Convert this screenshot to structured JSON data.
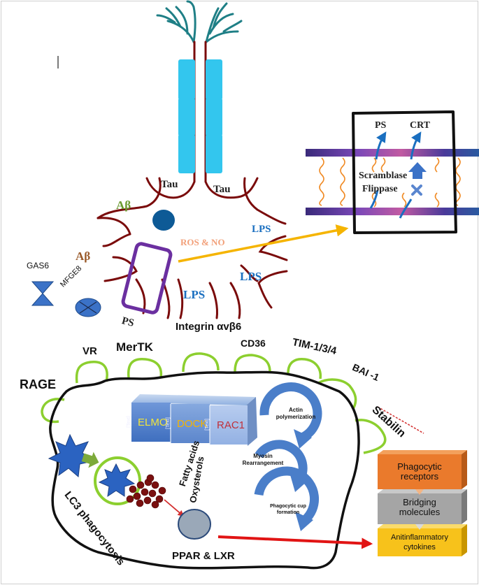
{
  "neuron": {
    "tau_left": "Tau",
    "tau_right": "Tau",
    "abeta_top": "Aβ",
    "abeta_left": "Aβ",
    "ros_no": "ROS & NO",
    "lps_1": "LPS",
    "lps_2": "LPS",
    "lps_3": "LPS",
    "ps": "PS"
  },
  "bridging_left": {
    "gas6": "GAS6",
    "mfge8": "MFGE8"
  },
  "membrane_inset": {
    "ps": "PS",
    "crt": "CRT",
    "scramblase": "Scramblase",
    "flippase": "Flippase"
  },
  "receptors": {
    "integrin": "Integrin αvβ6",
    "vr": "VR",
    "mertk": "MerTK",
    "cd36": "CD36",
    "tim": "TIM-1/3/4",
    "bai": "BAI -1",
    "stabilin": "Stabilin",
    "rage": "RAGE"
  },
  "signaling": {
    "elmo": "ELMO",
    "dock": "DOCK",
    "rac1": "RAC1",
    "text_tag": "[Text]"
  },
  "cycle": {
    "actin": "Actin polymerization",
    "myosin": "Myosin Rearrangement",
    "cup": "Phagocytic cup formation"
  },
  "cell_labels": {
    "fatty_acids": "Fatty acids",
    "oxysterols": "Oxysterols",
    "lc3": "LC3 phagocytosis",
    "ppar": "PPAR & LXR"
  },
  "outcomes": [
    {
      "label": "Phagocytic receptors",
      "color": "#ea7a2c"
    },
    {
      "label": "Bridging molecules",
      "color": "#a5a5a5"
    },
    {
      "label": "Anitinflammatory cytokines",
      "color": "#f7c21b"
    }
  ],
  "colors": {
    "axon_cyan": "#33c6ee",
    "neuron_red": "#7a0b0b",
    "ps_purple": "#6b2fa0",
    "arrow_gold": "#f5b400",
    "cycle_blue": "#4a7ec9",
    "ppar_arrow": "#e11414",
    "receptor_green": "#8ccf2f"
  }
}
